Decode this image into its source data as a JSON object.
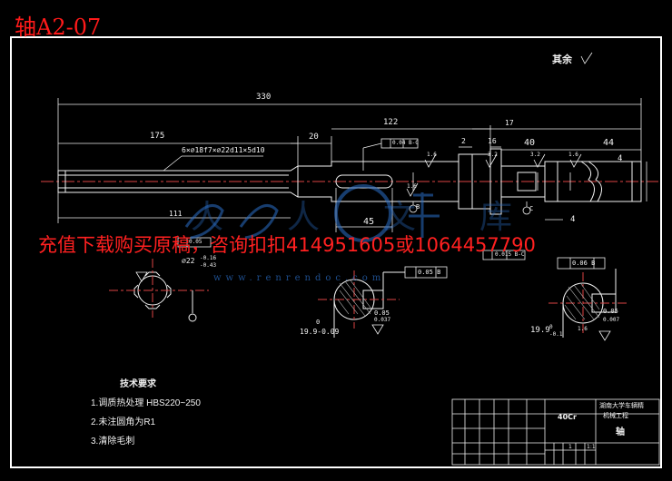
{
  "sheet": {
    "title": "轴A2-07",
    "roughness_note": "其余",
    "watermark_text": "充值下载购买原稿，咨询扣扣414951605或1064457790",
    "watermark_url": "www.renrendoc.com",
    "watermark_logo": "人人文库"
  },
  "dimensions": {
    "overall_length": "330",
    "left_length": "175",
    "right_section": "122",
    "keyway_offset": "20",
    "spline_spec": "6×∅18f7×∅22d11×5d10",
    "spline_len": "111",
    "key_len": "45",
    "d2": "2",
    "d16": "16",
    "d17": "17",
    "d40": "40",
    "d44": "44",
    "d4a": "4",
    "d4b": "4",
    "dia_left": "∅22",
    "dia_left_tol_up": "-0.16",
    "dia_left_tol_lo": "-0.43",
    "sec1_depth": "19.9-0.09",
    "sec1_depth_main": "0",
    "sec1_tol": "0.05",
    "sec1_tol2": "0.037",
    "sec2_depth": "19.9",
    "sec2_depth_sup": "0",
    "sec2_depth_sub": "-0.1",
    "sec2_tol": "0.05",
    "sec2_tol2": "0.007",
    "roughness_a": "1.6",
    "roughness_b": "3.2",
    "roughness_c": "3.2",
    "roughness_d": "1.6",
    "roughness_e": "1.6",
    "roughness_f": "1.6",
    "fcf_1": "0.04 B-C",
    "fcf_2": "0.015 B-C",
    "fcf_3": "0.05 B",
    "fcf_4": "0.06 B",
    "fcf_5": "0.05",
    "datum_b": "B",
    "datum_c": "C"
  },
  "tech_req": {
    "heading": "技术要求",
    "items": [
      "1.调质热处理 HBS220~250",
      "2.未注圆角为R1",
      "3.清除毛刺"
    ]
  },
  "title_block": {
    "material": "40Cr",
    "school": "湖南大学车辆精",
    "dept": "机械工程",
    "part": "轴",
    "scale": "1:1",
    "qty": "1"
  }
}
